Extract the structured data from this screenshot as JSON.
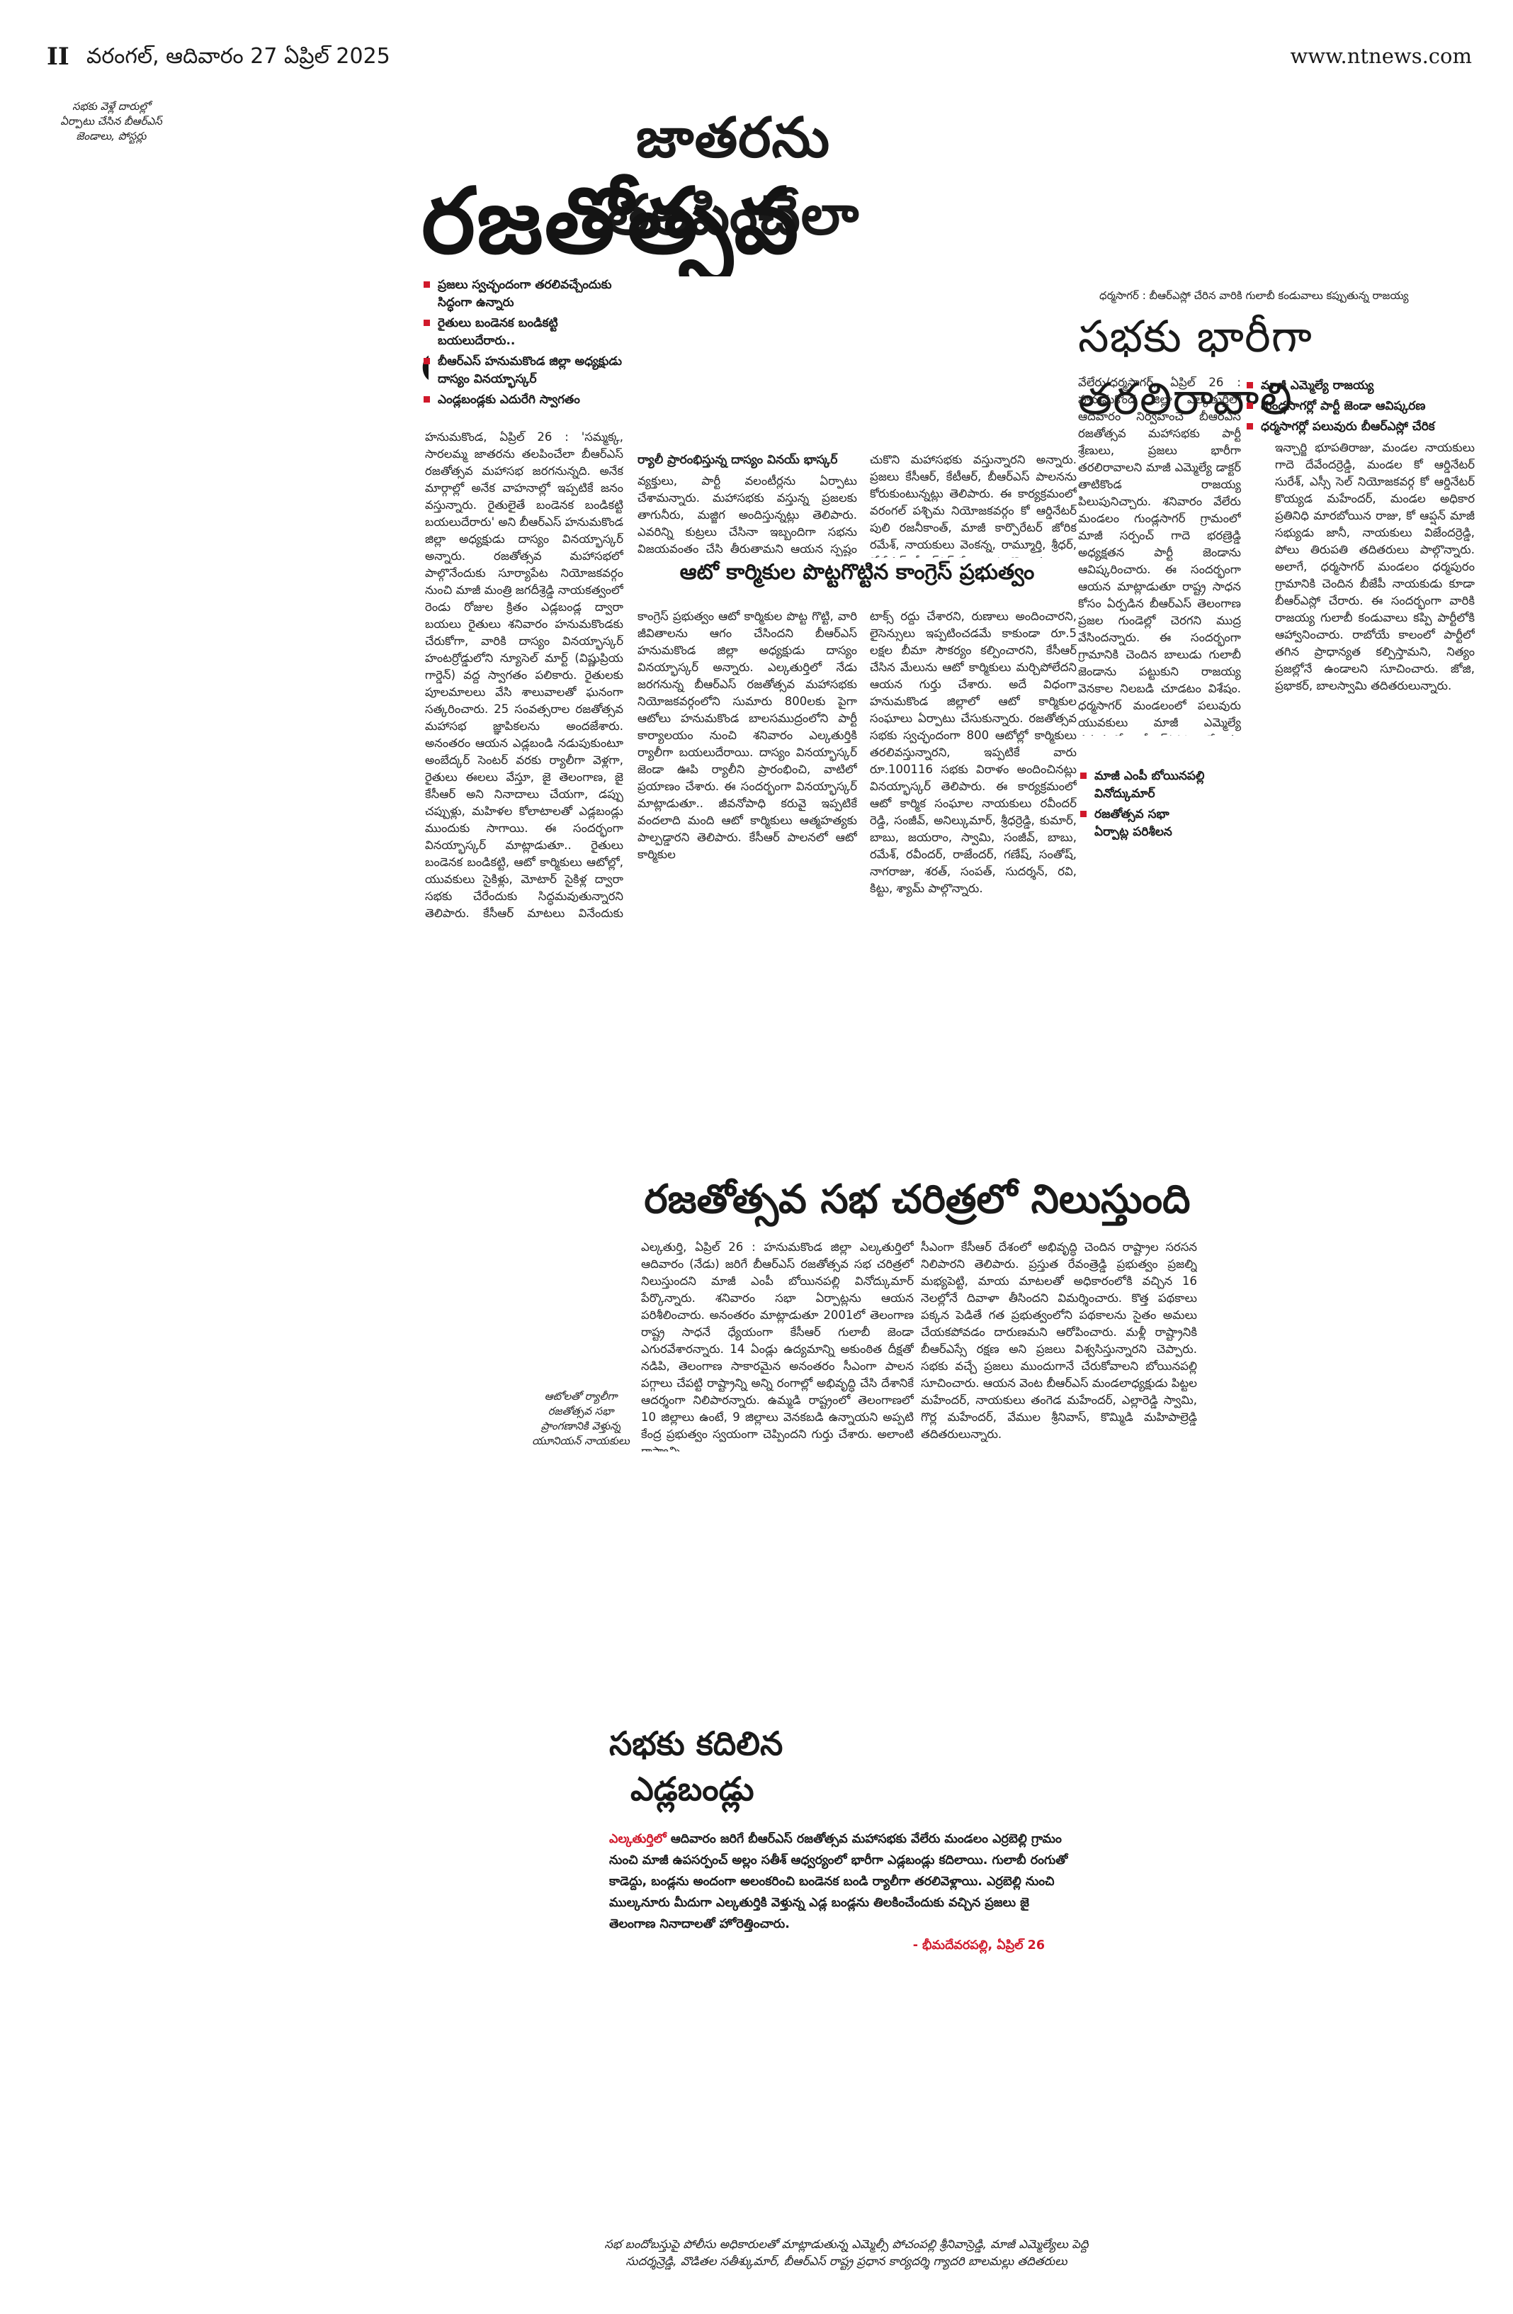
{
  "masthead": {
    "folio": "II",
    "dateline": "వరంగల్, ఆదివారం 27 ఏప్రిల్ 2025",
    "site": "www.ntnews.com"
  },
  "top_left_caption": "సభకు వెళ్లే దారుల్లో ఏర్పాటు చేసిన బీఆర్ఎస్ జెండాలు, పోస్టర్లు",
  "lead": {
    "kicker": "జాతరను తలపించేలా",
    "headline": "రజతోత్సవ మహాసభ",
    "bullets": [
      "ప్రజలు స్వచ్ఛందంగా తరలివచ్చేందుకు సిద్ధంగా ఉన్నారు",
      "రైతులు బండెనక బండికట్టి బయలుదేరారు..",
      "బీఆర్ఎస్ హనుమకొండ జిల్లా అధ్యక్షుడు దాస్యం వినయ్భాస్కర్",
      "ఎండ్లబండ్లకు ఎదురేగి స్వాగతం"
    ],
    "col1": "హనుమకొండ, ఏప్రిల్ 26 : 'సమ్మక్క, సారలమ్మ జాతరను తలపించేలా బీఆర్ఎస్ రజతోత్సవ మహాసభ జరగనున్నది. అనేక మార్గాల్లో అనేక వాహనాల్లో ఇప్పటికే జనం వస్తున్నారు. రైతులైతే బండెనక బండికట్టి బయలుదేరారు' అని బీఆర్ఎస్ హనుమకొండ జిల్లా అధ్యక్షుడు దాస్యం వినయ్భాస్కర్ అన్నారు. రజతోత్సవ మహాసభలో పాల్గొనేందుకు సూర్యాపేట నియోజకవర్గం నుంచి మాజీ మంత్రి జగదీశ్రెడ్డి నాయకత్వంలో రెండు రోజుల క్రితం ఎడ్లబండ్ల ద్వారా బయలు రైతులు శనివారం హనుమకొండకు చేరుకోగా, వారికి దాస్యం వినయ్భాస్కర్ హంటర్రోడ్డులోని న్యూసెల్ మార్ట్ (విష్ణుప్రియ గార్డెన్) వద్ద స్వాగతం పలికారు. రైతులకు పూలమాలలు వేసి శాలువాలతో ఘనంగా సత్కరించారు. 25 సంవత్సరాల రజతోత్సవ మహాసభ జ్ఞాపికలను అందజేశారు. అనంతరం ఆయన ఎడ్లబండి నడుపుకుంటూ అంబేద్కర్ సెంటర్ వరకు ర్యాలీగా వెళ్లగా, రైతులు ఈలలు వేస్తూ, జై తెలంగాణ, జై కేసీఆర్ అని నినాదాలు చేయగా, డప్పు చప్పుళ్లు, మహిళల కోలాటాలతో ఎడ్లబండ్లు ముందుకు సాగాయి. ఈ సందర్భంగా వినయ్భాస్కర్ మాట్లాడుతూ.. రైతులు బండెనక బండికట్టి, ఆటో కార్మికులు ఆటోల్లో, యువకులు సైకిళ్లు, మోటార్ సైకిళ్ల ద్వారా సభకు చేరేందుకు సిద్ధమవుతున్నారని తెలిపారు. కేసీఆర్ మాటలు వినేందుకు ఉత్సాహంతో ఉన్నారని చెప్పారు. ట్రాఫిక్ నియంత్రణకు ప్రైవేటు",
    "col2_head": "ర్యాలీ ప్రారంభిస్తున్న దాస్యం వినయ్ భాస్కర్",
    "col2": "వ్యక్తులు, పార్టీ వలంటీర్లను ఏర్పాటు చేశామన్నారు. మహాసభకు వస్తున్న ప్రజలకు తాగునీరు, మజ్జిగ అందిస్తున్నట్లు తెలిపారు. ఎవరిన్ని కుట్రలు చేసినా ఇబ్బందిగా సభను విజయవంతం చేసి తీరుతామని ఆయన స్పష్టం చేశారు. రైతులు జ్వరం వచ్చినా బండిలోనే సెలైన్ బాటిల్ ఎక్కించి",
    "col3": "చుకొని మహాసభకు వస్తున్నారని అన్నారు. ప్రజలు కేసీఆర్, కేటీఆర్, బీఆర్ఎస్ పాలనను కోరుకుంటున్నట్లు తెలిపారు. ఈ కార్యక్రమంలో వరంగల్ పశ్చిమ నియోజకవర్గం కో ఆర్డినేటర్ పులి రజనీకాంత్, మాజీ కార్పొరేటర్ జోరిక రమేశ్, నాయకులు వెంకన్న, రామ్మూర్తి, శ్రీధర్, కోటేశ్వర్, బీఆర్ఎస్ శ్రేణులు పాల్గొన్నారు."
  },
  "auto_story": {
    "headline": "ఆటో కార్మికుల పొట్టగొట్టిన కాంగ్రెస్ ప్రభుత్వం",
    "col1": "కాంగ్రెస్ ప్రభుత్వం ఆటో కార్మికుల పొట్ట గొట్టి, వారి జీవితాలను ఆగం చేసిందని బీఆర్ఎస్ హనుమకొండ జిల్లా అధ్యక్షుడు దాస్యం వినయ్భాస్కర్ అన్నారు. ఎల్కతుర్తిలో నేడు జరగనున్న బీఆర్ఎస్ రజతోత్సవ మహాసభకు నియోజకవర్గంలోని సుమారు 800లకు పైగా ఆటోలు హనుమకొండ బాలసముద్రంలోని పార్టీ కార్యాలయం నుంచి శనివారం ఎల్కతుర్తికి ర్యాలీగా బయలుదేరాయి. దాస్యం వినయ్భాస్కర్ జెండా ఊపి ర్యాలీని ప్రారంభించి, వాటిలో ప్రయాణం చేశారు. ఈ సందర్భంగా వినయ్భాస్కర్ మాట్లాడుతూ.. జీవనోపాధి కరువై ఇప్పటికే వందలాది మంది ఆటో కార్మికులు ఆత్మహత్యకు పాల్పడ్డారని తెలిపారు. కేసీఆర్ పాలనలో ఆటో కార్మికుల",
    "col2": "టాక్స్ రద్దు చేశారని, రుణాలు అందించారని, లైసెన్సులు ఇప్పటించడమే కాకుండా రూ.5 లక్షల బీమా సౌకర్యం కల్పించారని, కేసీఆర్ చేసిన మేలును ఆటో కార్మికులు మర్చిపోలేదని ఆయన గుర్తు చేశారు. అదే విధంగా హనుమకొండ జిల్లాలో ఆటో కార్మికుల సంఘాలు ఏర్పాటు చేసుకున్నారు. రజతోత్సవ సభకు స్వచ్ఛందంగా 800 ఆటోల్లో కార్మికులు తరలివస్తున్నారని, ఇప్పటికే వారు రూ.100116 సభకు విరాళం అందించినట్లు వినయ్భాస్కర్ తెలిపారు. ఈ కార్యక్రమంలో ఆటో కార్మిక సంఘాల నాయకులు రవీందర్ రెడ్డి, సంజీవ్, అనిల్కుమార్, శ్రీధర్రెడ్డి, కుమార్, బాబు, జయరాం, స్వామి, సంజీవ్, బాబు, రమేశ్, రవీందర్, రాజేందర్, గణేష్, సంతోష్, నాగరాజు, శరత్, సంపత్, సుదర్శన్, రవి, కిట్టు, శ్యామ్ పాల్గొన్నారు."
  },
  "right_story": {
    "caption": "ధర్మసాగర్ : బీఆర్ఎస్లో చేరిన వారికి గులాబీ కండువాలు కప్పుతున్న రాజయ్య",
    "headline": "సభకు భారీగా తరలిరావాలి",
    "bullets": [
      "మాజీ ఎమ్మెల్యే రాజయ్య",
      "గుండ్లసాగర్లో పార్టీ జెండా ఆవిష్కరణ",
      "ధర్మసాగర్లో పలువురు బీఆర్ఎస్లో చేరిక"
    ],
    "col1": "వేలేరు/ధర్మసాగర్, ఏప్రిల్ 26 : హనుమకొండ జిల్లా ఎల్కతుర్తిలో ఆదివారం నిర్వహించే బీఆర్ఎస్ రజతోత్సవ మహాసభకు పార్టీ శ్రేణులు, ప్రజలు భారీగా తరలిరావాలని మాజీ ఎమ్మెల్యే డాక్టర్ తాటికొండ రాజయ్య పిలుపునిచ్చారు. శనివారం వేలేరు మండలం గుండ్లసాగర్ గ్రామంలో మాజీ సర్పంచ్ గాదె భరణ్రెడ్డి అధ్యక్షతన పార్టీ జెండాను ఆవిష్కరించారు. ఈ సందర్భంగా ఆయన మాట్లాడుతూ రాష్ట్ర సాధన కోసం ఏర్పడిన బీఆర్ఎస్ తెలంగాణ ప్రజల గుండెల్లో చెరగని ముద్ర వేసిందన్నారు. ఈ సందర్భంగా గ్రామానికి చెందిన బాలుడు గులాబీ జెండాను పట్టుకుని రాజయ్య వెనకాల నిలబడి చూడటం విశేషం. ధర్మసాగర్ మండలంలో పలువురు యువకులు మాజీ ఎమ్మెల్యే సమక్షంలో బీఆర్ఎస్లో చేరారు. సభను విజయవంతం చేయాలని కోరారు.",
    "col2": "ఇన్చార్జి భూపతిరాజు, మండల నాయకులు గాదె దేవేందర్రెడ్డి, మండల కో ఆర్డినేటర్ సురేశ్, ఎస్సీ సెల్ నియోజకవర్గ కో ఆర్డినేటర్ కొయ్యడ మహేందర్, మండల అధికార ప్రతినిధి మారబోయిన రాజు, కో ఆప్షన్ మాజీ సభ్యుడు జానీ, నాయకులు విజేందర్రెడ్డి, పోలు తిరుపతి తదితరులు పాల్గొన్నారు. అలాగే, ధర్మసాగర్ మండలం ధర్మపురం గ్రామానికి చెందిన బీజేపీ నాయకుడు కూడా బీఆర్ఎస్లో చేరారు. ఈ సందర్భంగా వారికి రాజయ్య గులాబీ కండువాలు కప్పి పార్టీలోకి ఆహ్వానించారు. రాబోయే కాలంలో పార్టీలో తగిన ప్రాధాన్యత కల్పిస్తామని, నిత్యం ప్రజల్లోనే ఉండాలని సూచించారు. జోజి, ప్రభాకర్, బాలస్వామి తదితరులున్నారు.",
    "side_caption1": "మాజీ ఎంపీ బోయినపల్లి వినోద్కుమార్",
    "side_caption2": "రజతోత్సవ సభా ఏర్పాట్ల పరిశీలన"
  },
  "middle_story": {
    "headline": "రజతోత్సవ సభ చరిత్రలో నిలుస్తుంది",
    "col1": "ఎల్కతుర్తి, ఏప్రిల్ 26 : హనుమకొండ జిల్లా ఎల్కతుర్తిలో ఆదివారం (నేడు) జరిగే బీఆర్ఎస్ రజతోత్సవ సభ చరిత్రలో నిలుస్తుందని మాజీ ఎంపీ బోయినపల్లి వినోద్కుమార్ పేర్కొన్నారు. శనివారం సభా ఏర్పాట్లను ఆయన పరిశీలించారు. అనంతరం మాట్లాడుతూ 2001లో తెలంగాణ రాష్ట్ర సాధనే ధ్యేయంగా కేసీఆర్ గులాబీ జెండా ఎగురవేశారన్నారు. 14 ఏండ్లు ఉద్యమాన్ని అకుంఠిత దీక్షతో నడిపి, తెలంగాణ సాకారమైన అనంతరం సీఎంగా పాలన పగ్గాలు చేపట్టి రాష్ట్రాన్ని అన్ని రంగాల్లో అభివృద్ధి చేసి దేశానికే ఆదర్శంగా నిలిపారన్నారు. ఉమ్మడి రాష్ట్రంలో తెలంగాణలో 10 జిల్లాలు ఉంటే, 9 జిల్లాలు వెనకబడి ఉన్నాయని అప్పటి కేంద్ర ప్రభుత్వం స్వయంగా చెప్పిందని గుర్తు చేశారు. అలాంటి రాష్ట్రాన్ని",
    "col2": "సీఎంగా కేసీఆర్ దేశంలో అభివృద్ధి చెందిన రాష్ట్రాల సరసన నిలిపారని తెలిపారు. ప్రస్తుత రేవంత్రెడ్డి ప్రభుత్వం ప్రజల్ని మభ్యపెట్టి, మాయ మాటలతో అధికారంలోకి వచ్చిన 16 నెలల్లోనే దివాళా తీసిందని విమర్శించారు. కొత్త పథకాలు పక్కన పెడితే గత ప్రభుత్వంలోని పథకాలను సైతం అమలు చేయకపోవడం దారుణమని ఆరోపించారు. మళ్లీ రాష్ట్రానికి బీఆర్ఎస్సే రక్షణ అని ప్రజలు విశ్వసిస్తున్నారని చెప్పారు. సభకు వచ్చే ప్రజలు ముందుగానే చేరుకోవాలని బోయినపల్లి సూచించారు. ఆయన వెంట బీఆర్ఎస్ మండలాధ్యక్షుడు పిట్టల మహేందర్, నాయకులు తంగెడ మహేందర్, ఎల్లారెడ్డి స్వామి, గొర్ల మహేందర్, వేముల శ్రీనివాస్, కొమ్మిడి మహిపాల్రెడ్డి తదితరులున్నారు."
  },
  "middle_left_caption": "ఆటోలతో ర్యాలీగా రజతోత్సవ సభా ప్రాంగణానికి వెళ్తున్న యూనియన్ నాయకులు",
  "bullock_story": {
    "headline_line1": "సభకు కదిలిన",
    "headline_line2": "ఎడ్లబండ్లు",
    "lead_word": "ఎల్కతుర్తిలో",
    "text": "ఆదివారం జరిగే బీఆర్ఎస్ రజతోత్సవ మహాసభకు వేలేరు మండలం ఎర్రబెల్లి గ్రామం నుంచి మాజీ ఉపసర్పంచ్ అల్లం సతీశ్ ఆధ్వర్యంలో భారీగా ఎడ్లబండ్లు కదిలాయి. గులాబీ రంగుతో కాడెద్దు, బండ్లను అందంగా అలంకరించి బండెనక బండి ర్యాలీగా తరలివెళ్లాయి. ఎర్రబెల్లి నుంచి ముల్కనూరు మీదుగా ఎల్కతుర్తికి వెళ్తున్న ఎడ్ల బండ్లను తిలకించేందుకు వచ్చిన ప్రజలు జై తెలంగాణ నినాదాలతో హోరెత్తించారు.",
    "credit": "- భీమదేవరపల్లి, ఏప్రిల్ 26"
  },
  "bottom_caption": "సభ బందోబస్తుపై పోలీసు అధికారులతో మాట్లాడుతున్న ఎమ్మెల్సీ పోచంపల్లి శ్రీనివాస్రెడ్డి, మాజీ ఎమ్మెల్యేలు పెద్ది సుదర్శన్రెడ్డి, వొడితల సతీశ్కుమార్, బీఆర్ఎస్ రాష్ట్ర ప్రధాన కార్యదర్శి గ్యాదరి బాలమల్లు తదితరులు",
  "colors": {
    "accent": "#d0192b",
    "text": "#1a1a1a",
    "paper": "#ffffff"
  }
}
